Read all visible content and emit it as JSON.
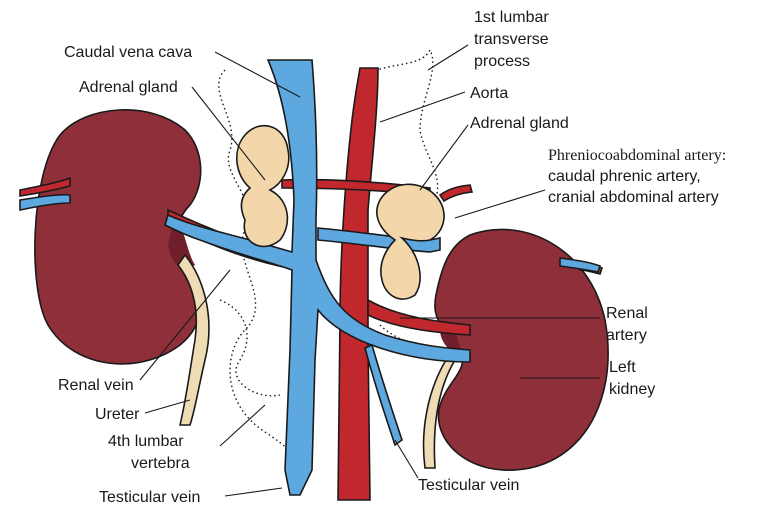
{
  "labels": {
    "caudal_vena_cava": "Caudal vena cava",
    "adrenal_gland_left": "Adrenal gland",
    "lumbar_1": [
      "1st lumbar",
      "transverse",
      "process"
    ],
    "aorta": "Aorta",
    "adrenal_gland_right": "Adrenal gland",
    "phrenicoabdominal": [
      "Phreniocoabdominal artery:",
      "caudal phrenic artery,",
      "cranial abdominal artery"
    ],
    "renal_artery": [
      "Renal",
      "artery"
    ],
    "left_kidney": [
      "Left",
      "kidney"
    ],
    "renal_vein": "Renal vein",
    "ureter": "Ureter",
    "lumbar_4": [
      "4th lumbar",
      "vertebra"
    ],
    "testicular_vein_left": "Testicular vein",
    "testicular_vein_right": "Testicular vein"
  },
  "colors": {
    "kidney": "#8e2f3a",
    "kidney_shade": "#6f1f2a",
    "vein": "#5ea8e0",
    "artery": "#c0282e",
    "adrenal": "#f3d7ab",
    "ureter": "#efdcb4"
  }
}
